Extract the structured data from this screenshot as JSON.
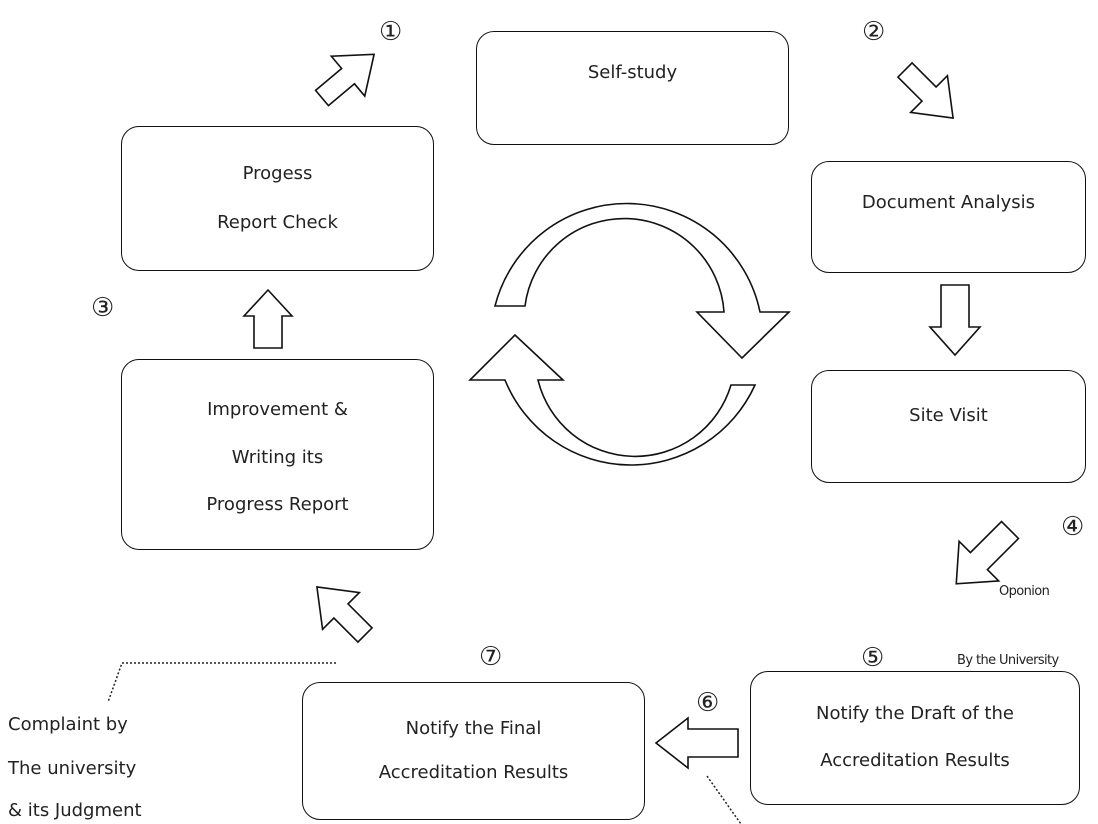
{
  "boxes": {
    "self_study": [
      "Self-study"
    ],
    "progress_check": [
      "Progess",
      "Report Check"
    ],
    "document_analysis": [
      "Document Analysis"
    ],
    "site_visit": [
      "Site Visit"
    ],
    "improvement": [
      "Improvement &",
      "Writing its",
      "Progress Report"
    ],
    "notify_final": [
      "Notify the Final",
      "Accreditation Results"
    ],
    "notify_draft": [
      "Notify the Draft of the",
      "Accreditation Results"
    ]
  },
  "step_numbers": [
    "①",
    "②",
    "③",
    "④",
    "⑤",
    "⑥",
    "⑦"
  ],
  "labels": {
    "opinion": [
      "Oponion",
      "By the University"
    ],
    "complaint": [
      "Complaint by",
      "The university",
      "& its Judgment"
    ]
  }
}
